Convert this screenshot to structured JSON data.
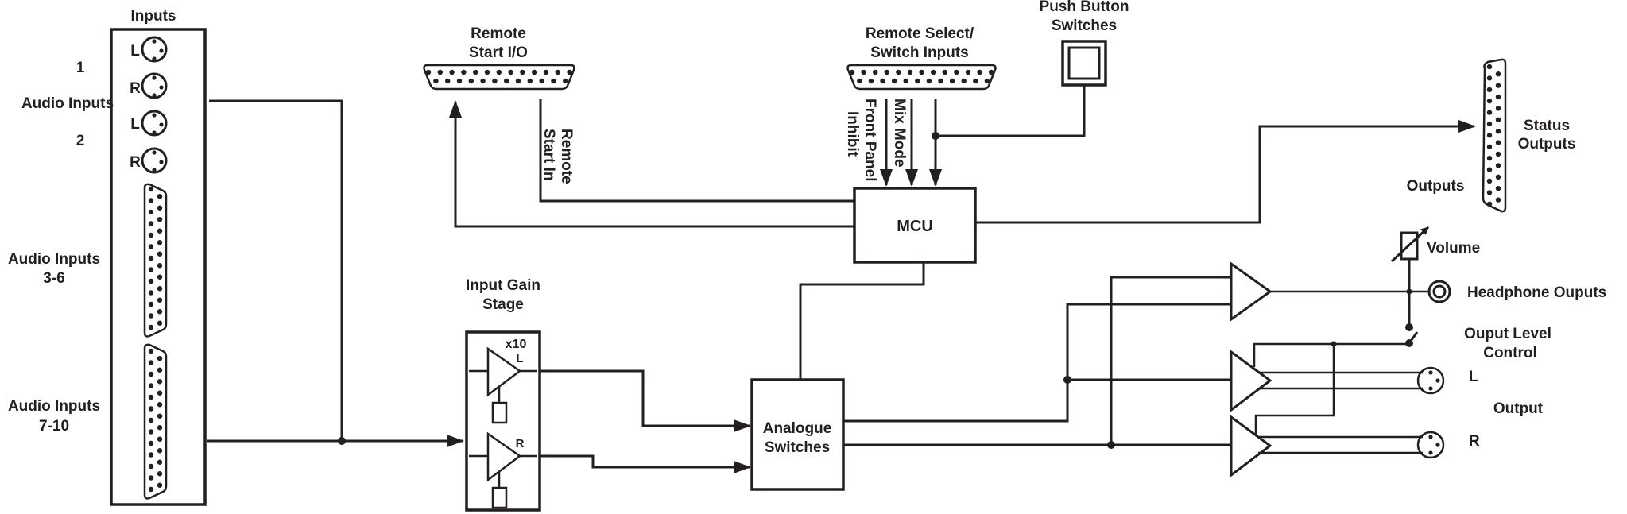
{
  "diagram": {
    "inputs_section": {
      "title": "Inputs",
      "group1_number": "1",
      "group_label": "Audio Inputs",
      "group2_number": "2",
      "xlr_channels": [
        "L",
        "R",
        "L",
        "R"
      ],
      "db_connector_3_6": {
        "line1": "Audio Inputs",
        "line2": "3-6"
      },
      "db_connector_7_10": {
        "line1": "Audio Inputs",
        "line2": "7-10"
      }
    },
    "remote_start": {
      "title_line1": "Remote",
      "title_line2": "Start I/O",
      "signal_line1": "Remote",
      "signal_line2": "Start In"
    },
    "remote_select": {
      "title_line1": "Remote Select/",
      "title_line2": "Switch Inputs",
      "signal_front_panel_line1": "Front Panel",
      "signal_front_panel_line2": "Inhibit",
      "signal_mix_mode": "Mix Mode"
    },
    "push_button": {
      "title_line1": "Push Button",
      "title_line2": "Switches"
    },
    "mcu": {
      "label": "MCU"
    },
    "status_outputs": {
      "title_line1": "Status",
      "title_line2": "Outputs",
      "outputs_label": "Outputs"
    },
    "input_gain": {
      "title_line1": "Input Gain",
      "title_line2": "Stage",
      "gain": "x10",
      "ch_left": "L",
      "ch_right": "R"
    },
    "analogue_switches": {
      "line1": "Analogue",
      "line2": "Switches"
    },
    "outputs_section": {
      "volume_label": "Volume",
      "headphone_label": "Headphone Ouputs",
      "level_control_line1": "Ouput Level",
      "level_control_line2": "Control",
      "output_label": "Output",
      "out_left": "L",
      "out_right": "R"
    }
  }
}
